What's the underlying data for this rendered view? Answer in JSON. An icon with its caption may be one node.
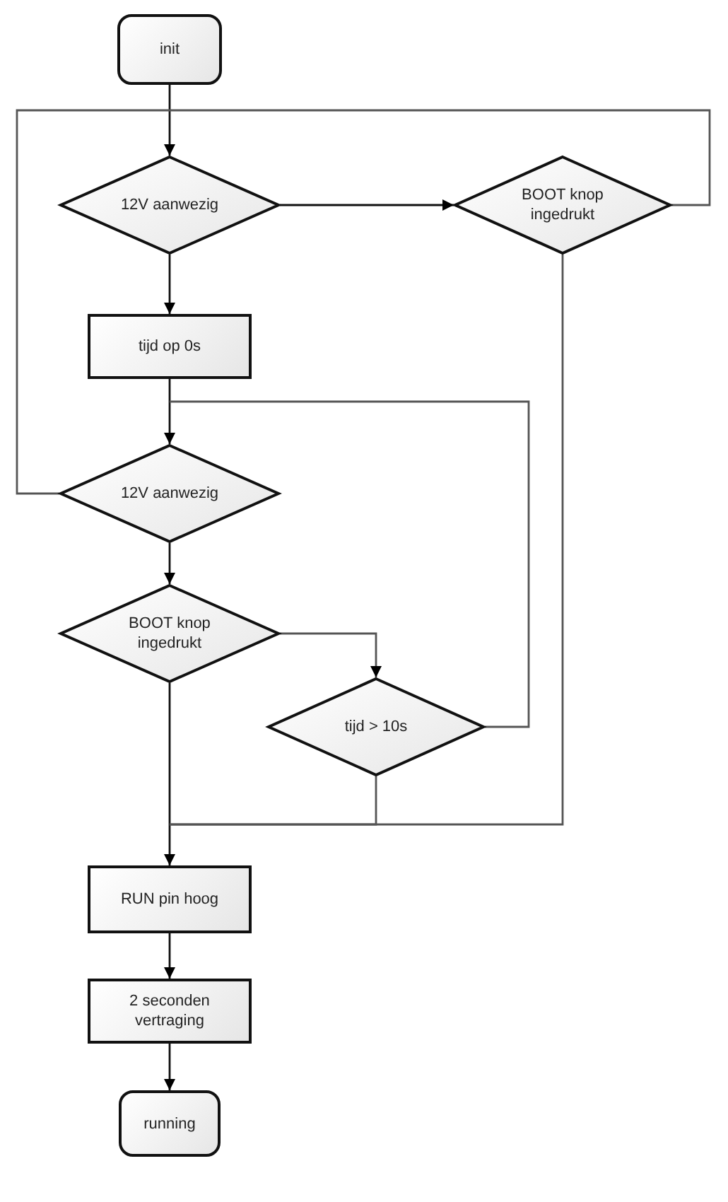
{
  "diagram": {
    "nodes": [
      {
        "text": [
          "init"
        ]
      },
      {
        "text": [
          "12V aanwezig"
        ]
      },
      {
        "text": [
          "BOOT knop ingedrukt"
        ]
      },
      {
        "text": [
          "tijd op 0s"
        ]
      },
      {
        "text": [
          "12V aanwezig"
        ]
      },
      {
        "text": [
          "BOOT knop ingedrukt"
        ]
      },
      {
        "text": [
          "tijd > 10s"
        ]
      },
      {
        "text": [
          "RUN pin hoog"
        ]
      },
      {
        "text": [
          "2 seconden vertraging"
        ]
      },
      {
        "text": [
          "running"
        ]
      }
    ],
    "edges": [
      {
        "from": 0,
        "to": 1,
        "arrow": "to"
      },
      {
        "from": 1,
        "to": 2,
        "arrow": "to"
      },
      {
        "from": 1,
        "to": 3,
        "arrow": "to"
      },
      {
        "from": 2,
        "to": 1,
        "arrow": "to"
      },
      {
        "from": 3,
        "to": 4,
        "arrow": "to"
      },
      {
        "from": 4,
        "to": 1,
        "arrow": "to"
      },
      {
        "from": 6,
        "to": 4,
        "arrow": "to"
      },
      {
        "from": 4,
        "to": 5,
        "arrow": "to"
      },
      {
        "from": 5,
        "to": 6,
        "arrow": "to"
      },
      {
        "from": 5,
        "to": 7,
        "arrow": "to"
      },
      {
        "from": 6,
        "to": 7,
        "arrow": "to"
      },
      {
        "from": 2,
        "to": 7,
        "arrow": "to"
      },
      {
        "from": 7,
        "to": 8,
        "arrow": "to"
      },
      {
        "from": 8,
        "to": 9,
        "arrow": "to"
      }
    ]
  }
}
